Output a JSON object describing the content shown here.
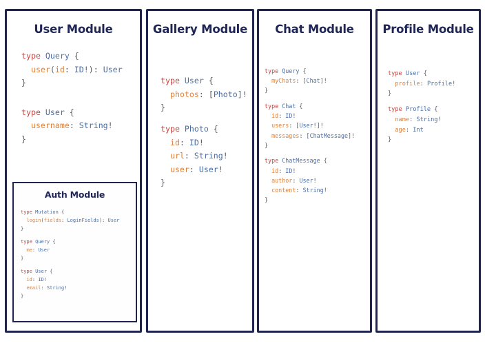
{
  "colors": {
    "border": "#1f2550",
    "title": "#1f2555",
    "keyword": "#c04a47",
    "typename": "#4a6ea8",
    "field": "#e0813c",
    "punctuation": "#5a5d63",
    "background": "#ffffff"
  },
  "panels": [
    {
      "id": "user",
      "title": "User Module",
      "code_lines": [
        "type Query {",
        "  user(id: ID!): User",
        "}",
        "",
        "",
        "type User {",
        "  username: String!",
        "}"
      ],
      "nested": {
        "id": "auth",
        "title": "Auth Module",
        "code_lines": [
          "type Mutation {",
          "  login(fields: LoginFields): User",
          "}",
          "",
          "type Query {",
          "  me: User",
          "}",
          "",
          "type User {",
          "  id: ID!",
          "  email: String!",
          "}"
        ]
      }
    },
    {
      "id": "gallery",
      "title": "Gallery Module",
      "code_lines": [
        "type User {",
        "  photos: [Photo]!",
        "}",
        "",
        "type Photo {",
        "  id: ID!",
        "  url: String!",
        "  user: User!",
        "}"
      ]
    },
    {
      "id": "chat",
      "title": "Chat Module",
      "code_lines": [
        "type Query {",
        "  myChats: [Chat]!",
        "}",
        "",
        "type Chat {",
        "  id: ID!",
        "  users: [User!]!",
        "  messages: [ChatMessage]!",
        "}",
        "",
        "type ChatMessage {",
        "  id: ID!",
        "  author: User!",
        "  content: String!",
        "}"
      ]
    },
    {
      "id": "profile",
      "title": "Profile Module",
      "code_lines": [
        "type User {",
        "  profile: Profile!",
        "}",
        "",
        "type Profile {",
        "  name: String!",
        "  age: Int",
        "}"
      ]
    }
  ]
}
